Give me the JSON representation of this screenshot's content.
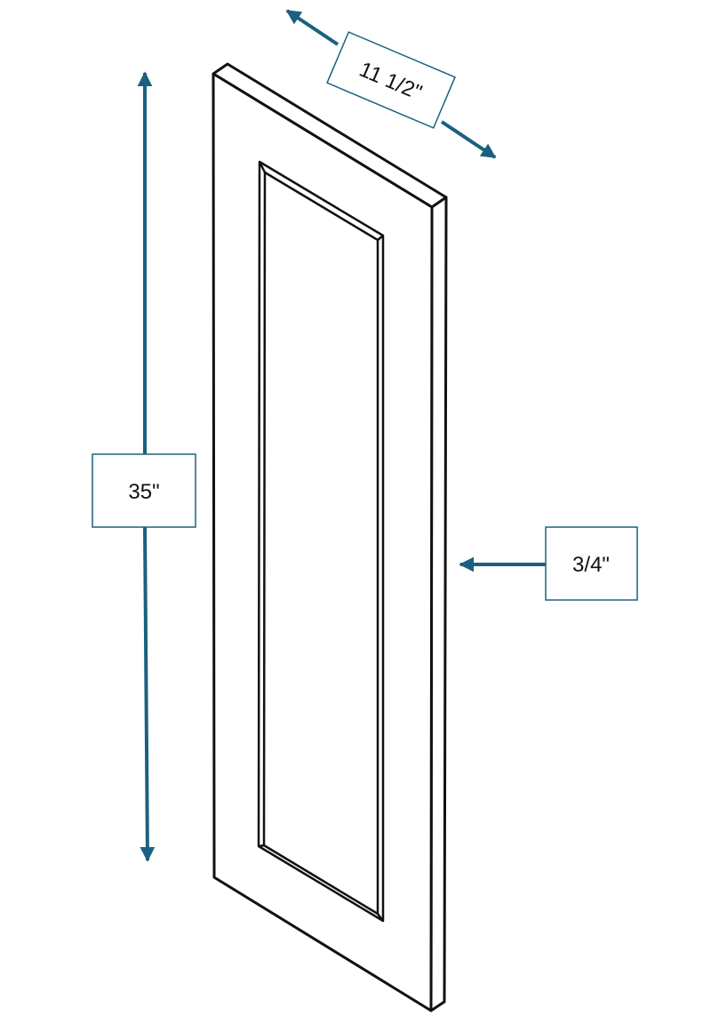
{
  "colors": {
    "accent": "#1b6080",
    "outline": "#111111",
    "background": "#ffffff"
  },
  "dimensions": {
    "width_label": "11 1/2\"",
    "height_label": "35\"",
    "depth_label": "3/4\""
  }
}
